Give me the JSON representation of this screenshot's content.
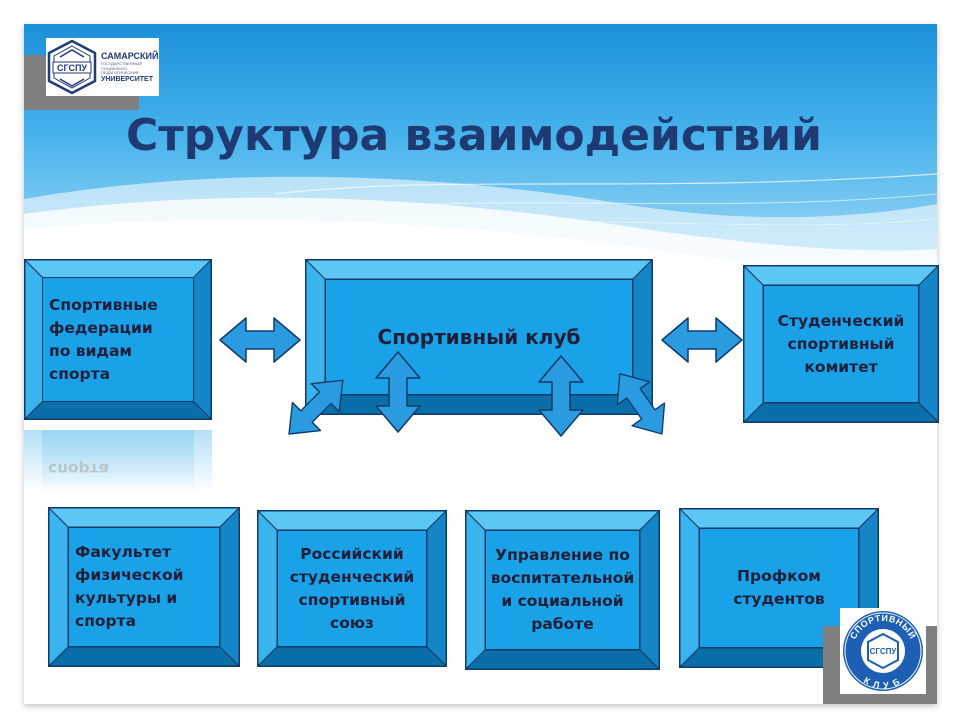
{
  "title": "Структура взаимодействий",
  "university_logo": {
    "emblem_text": "СГСПУ",
    "name_line1": "САМАРСКИЙ",
    "name_line2": "ГОСУДАРСТВЕННЫЙ",
    "name_line3": "СОЦИАЛЬНО-ПЕДАГОГИЧЕСКИЙ",
    "name_line4": "УНИВЕРСИТЕТ"
  },
  "boxes": {
    "center": "Спортивный клуб",
    "federations": [
      "Спортивные",
      "федерации",
      "по видам",
      "спорта"
    ],
    "committee": [
      "Студенческий",
      "спортивный",
      "комитет"
    ],
    "faculty": [
      "Факультет",
      "физической",
      "культуры и",
      "спорта"
    ],
    "union": [
      "Российский",
      "студенческий",
      "спортивный",
      "союз"
    ],
    "management": [
      "Управление по",
      "воспитательной",
      "и социальной",
      "работе"
    ],
    "profkom": [
      "Профком",
      "студентов"
    ]
  },
  "reflection_text": "спорта",
  "club_logo": {
    "top_text": "СПОРТИВНЫЙ",
    "bottom_text": "КЛУБ",
    "center_text": "СГСПУ"
  },
  "colors": {
    "box_face": "#1aa2e8",
    "box_bevel_light": "#5cc6f5",
    "box_bevel_dark": "#0a6fa8",
    "title": "#1f3a73"
  }
}
